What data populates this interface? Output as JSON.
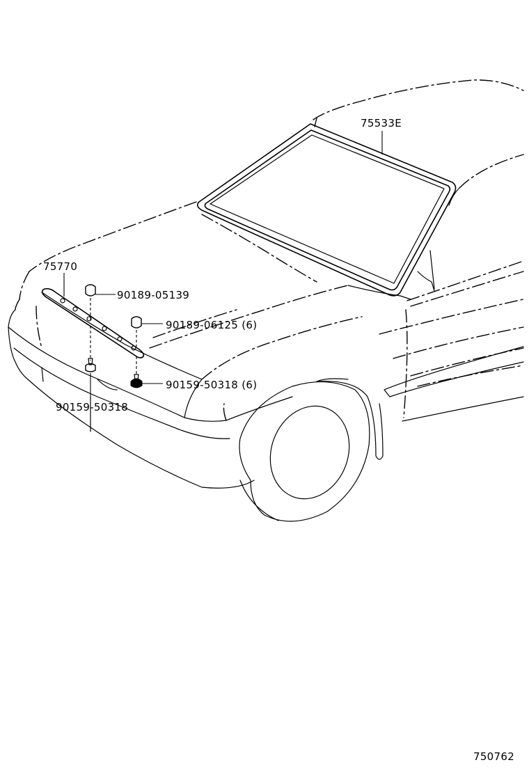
{
  "parts": {
    "windshield_weatherstrip": "75533E",
    "cowl_molding": "75770",
    "clip_upper": "90189-05139",
    "clip_lower": "90189-06125 (6)",
    "screw_right": "90159-50318 (6)",
    "screw_left": "90159-50318"
  },
  "diagram_id": "750762"
}
